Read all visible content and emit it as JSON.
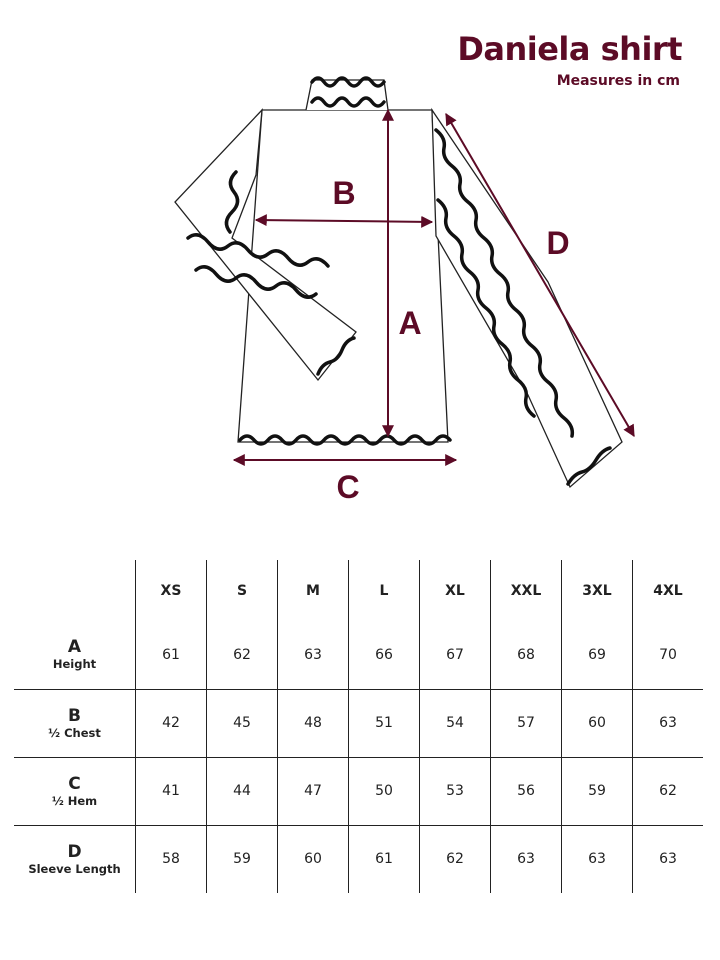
{
  "header": {
    "title": "Daniela shirt",
    "subtitle": "Measures in cm"
  },
  "diagram": {
    "label_a": "A",
    "label_b": "B",
    "label_c": "C",
    "label_d": "D",
    "accent_color": "#5c0b26"
  },
  "table": {
    "sizes": [
      "XS",
      "S",
      "M",
      "L",
      "XL",
      "XXL",
      "3XL",
      "4XL"
    ],
    "rows": [
      {
        "letter": "A",
        "name": "Height",
        "values": [
          "61",
          "62",
          "63",
          "66",
          "67",
          "68",
          "69",
          "70"
        ]
      },
      {
        "letter": "B",
        "name": "½ Chest",
        "values": [
          "42",
          "45",
          "48",
          "51",
          "54",
          "57",
          "60",
          "63"
        ]
      },
      {
        "letter": "C",
        "name": "½ Hem",
        "values": [
          "41",
          "44",
          "47",
          "50",
          "53",
          "56",
          "59",
          "62"
        ]
      },
      {
        "letter": "D",
        "name": "Sleeve Length",
        "values": [
          "58",
          "59",
          "60",
          "61",
          "62",
          "63",
          "63",
          "63"
        ]
      }
    ]
  }
}
